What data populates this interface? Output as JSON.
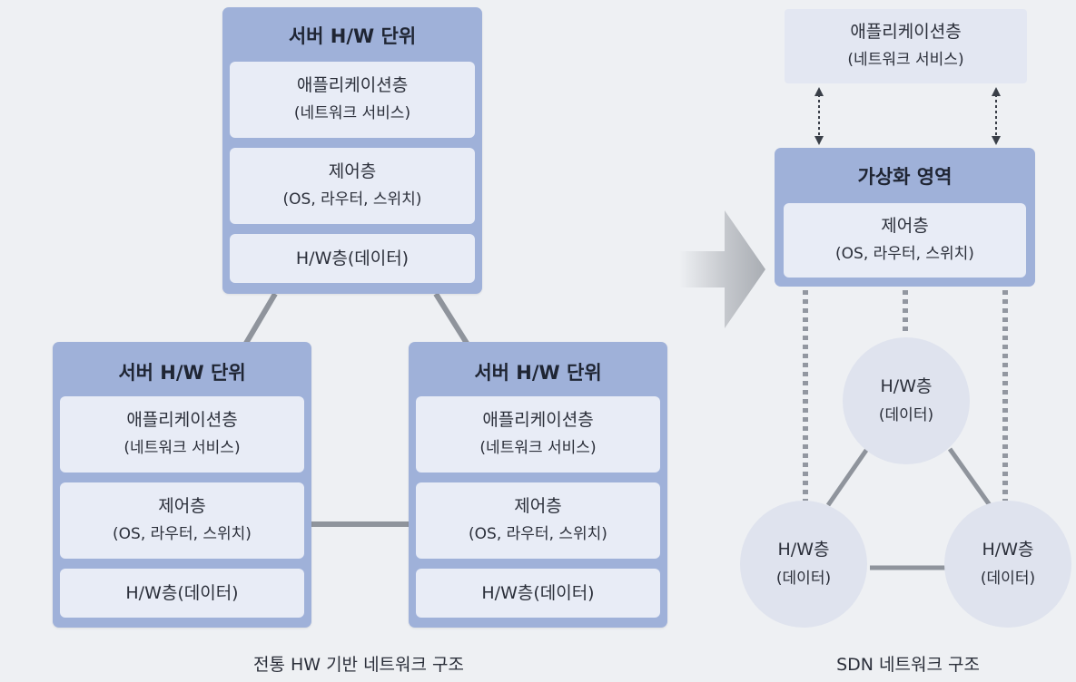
{
  "traditional": {
    "servers": [
      {
        "title": "서버 H/W 단위",
        "app_layer": {
          "name": "애플리케이션층",
          "desc": "(네트워크 서비스)"
        },
        "control_layer": {
          "name": "제어층",
          "desc": "(OS, 라우터, 스위치)"
        },
        "hw_layer": {
          "name": "H/W층(데이터)"
        }
      },
      {
        "title": "서버 H/W 단위",
        "app_layer": {
          "name": "애플리케이션층",
          "desc": "(네트워크 서비스)"
        },
        "control_layer": {
          "name": "제어층",
          "desc": "(OS, 라우터, 스위치)"
        },
        "hw_layer": {
          "name": "H/W층(데이터)"
        }
      },
      {
        "title": "서버 H/W 단위",
        "app_layer": {
          "name": "애플리케이션층",
          "desc": "(네트워크 서비스)"
        },
        "control_layer": {
          "name": "제어층",
          "desc": "(OS, 라우터, 스위치)"
        },
        "hw_layer": {
          "name": "H/W층(데이터)"
        }
      }
    ],
    "caption": "전통 HW 기반 네트워크 구조"
  },
  "sdn": {
    "app_layer": {
      "name": "애플리케이션층",
      "desc": "(네트워크 서비스)"
    },
    "virtualization": {
      "title": "가상화 영역",
      "control_layer": {
        "name": "제어층",
        "desc": "(OS, 라우터, 스위치)"
      }
    },
    "nodes": [
      {
        "name": "H/W층",
        "desc": "(데이터)"
      },
      {
        "name": "H/W층",
        "desc": "(데이터)"
      },
      {
        "name": "H/W층",
        "desc": "(데이터)"
      }
    ],
    "caption": "SDN 네트워크 구조"
  },
  "colors": {
    "server_box": "#9fb1d9",
    "layer_box": "#e8ecf6",
    "node_circle": "#dfe3ee",
    "connector": "#8f949c",
    "background": "#eef0f3"
  }
}
